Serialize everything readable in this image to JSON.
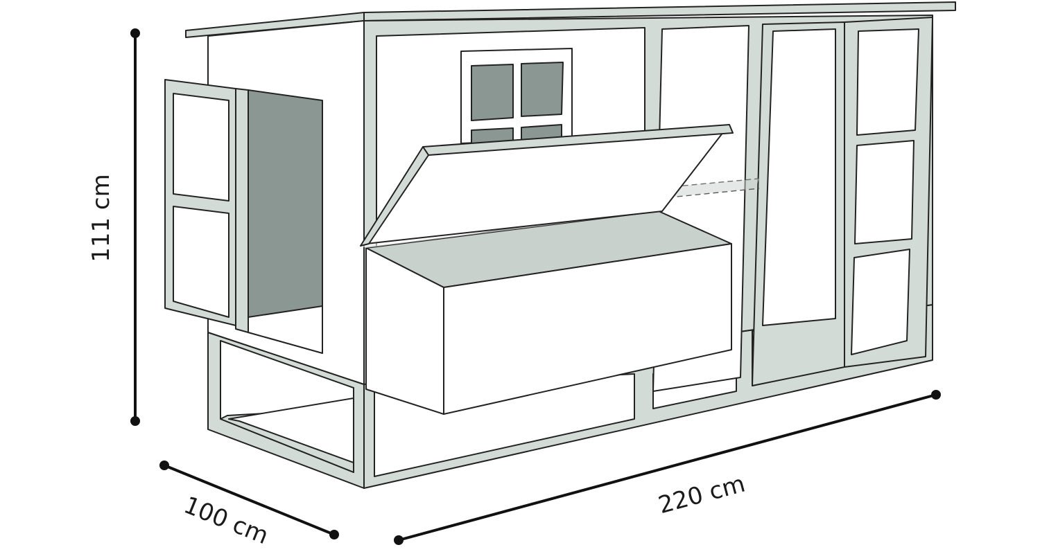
{
  "title": "Chicken coop dimensions",
  "dimensions": {
    "height": "111 cm",
    "depth": "100 cm",
    "length": "220 cm"
  },
  "colors": {
    "frame": "#d3dbd6",
    "glass": "#8b9792",
    "outline": "#222222",
    "nest_box_top": "#c9d1cd"
  }
}
